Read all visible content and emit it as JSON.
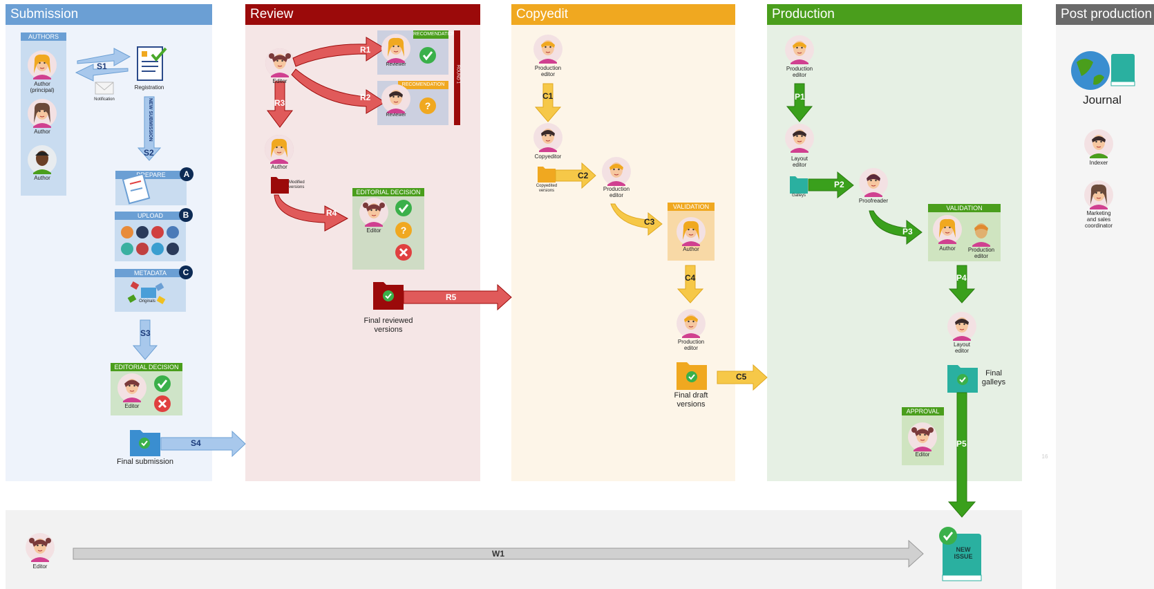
{
  "columns": {
    "submission": {
      "title": "Submission",
      "color": "#6b9fd4"
    },
    "review": {
      "title": "Review",
      "color": "#9b0a0a"
    },
    "copyedit": {
      "title": "Copyedit",
      "color": "#f0a820"
    },
    "production": {
      "title": "Production",
      "color": "#4a9e1c"
    },
    "post": {
      "title": "Post production",
      "color": "#6a6a6a"
    }
  },
  "submission": {
    "authors_head": "AUTHORS",
    "author_principal": "Author\n(principal)",
    "author2": "Author",
    "author3": "Author",
    "registration": "Registration",
    "notification": "Notification",
    "new_submission": "NEW SUBMISSION",
    "prepare": "PREPARE",
    "upload": "UPLOAD",
    "metadata": "METADATA",
    "originals": "Originals",
    "letter_a": "A",
    "letter_b": "B",
    "letter_c": "C",
    "editorial_decision": "EDITORIAL DECISION",
    "editor": "Editor",
    "final_submission": "Final submission",
    "arrows": {
      "s1": "S1",
      "s2": "S2",
      "s3": "S3",
      "s4": "S4"
    }
  },
  "review": {
    "editor": "Editor",
    "recommendation1": "RECOMENDATION",
    "recommendation2": "RECOMENDATION",
    "reviewer1": "Reviewer",
    "reviewer2": "Reviewer",
    "round": "ROUND 1",
    "author": "Author",
    "modified_versions": "Modified\nversions",
    "editorial_decision": "EDITORIAL DECISION",
    "decision_editor": "Editor",
    "final_reviewed": "Final reviewed\nversions",
    "arrows": {
      "r1": "R1",
      "r2": "R2",
      "r3": "R3",
      "r4": "R4",
      "r5": "R5"
    }
  },
  "copyedit": {
    "production_editor": "Production\neditor",
    "copyeditor": "Copyeditor",
    "copyedited_versions": "Copyedited\nversions",
    "production_editor2": "Production\neditor",
    "validation": "VALIDATION",
    "author": "Author",
    "production_editor3": "Production\neditor",
    "final_draft": "Final draft\nversions",
    "arrows": {
      "c1": "C1",
      "c2": "C2",
      "c3": "C3",
      "c4": "C4",
      "c5": "C5"
    }
  },
  "production": {
    "production_editor": "Production\neditor",
    "layout_editor": "Layout\neditor",
    "galleys": "Galleys",
    "proofreader": "Proofreader",
    "validation": "VALIDATION",
    "author": "Author",
    "production_editor2": "Production\neditor",
    "layout_editor2": "Layout\neditor",
    "final_galleys": "Final\ngalleys",
    "approval": "APPROVAL",
    "editor": "Editor",
    "arrows": {
      "p1": "P1",
      "p2": "P2",
      "p3": "P3",
      "p4": "P4",
      "p5": "P5"
    }
  },
  "post": {
    "journal": "Journal",
    "indexer": "Indexer",
    "marketing": "Marketing\nand sales\ncoordinator",
    "page_number": "16"
  },
  "bottom": {
    "editor": "Editor",
    "w1": "W1",
    "new_issue": "NEW\nISSUE"
  }
}
